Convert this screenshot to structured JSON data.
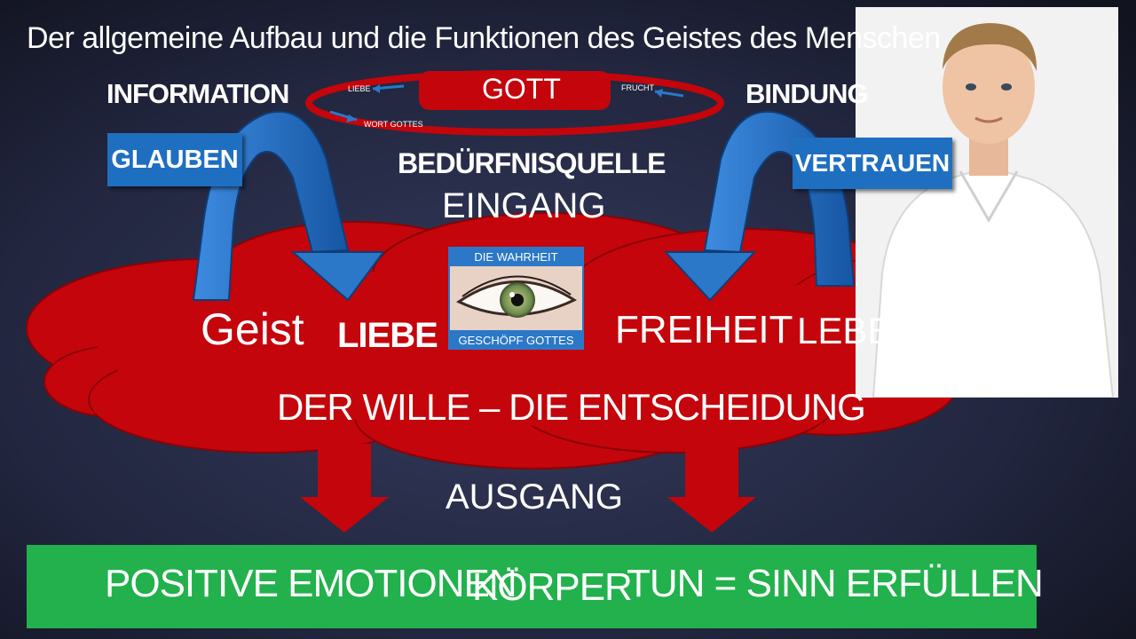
{
  "title": "Der allgemeine Aufbau und die Funktionen des Geistes des Menschen",
  "top": {
    "information": "INFORMATION",
    "bindung": "BINDUNG",
    "gott": "GOTT",
    "ring_liebe": "LIEBE",
    "ring_frucht": "FRUCHT",
    "ring_wort": "WORT GOTTES"
  },
  "labels": {
    "glauben": "GLAUBEN",
    "vertrauen": "VERTRAUEN",
    "beduerfnisquelle": "BEDÜRFNISQUELLE",
    "eingang": "EINGANG",
    "ausgang": "AUSGANG"
  },
  "cloud": {
    "geist": "Geist",
    "liebe": "LIEBE",
    "freiheit": "FREIHEIT",
    "leben": "LEBEN",
    "wille": "DER WILLE – DIE ENTSCHEIDUNG"
  },
  "eye": {
    "top": "DIE WAHRHEIT",
    "bottom": "GESCHÖPF GOTTES"
  },
  "bottom": {
    "left": "POSITIVE EMOTIONEN",
    "middle": "KÖRPER",
    "right": "TUN = SINN ERFÜLLEN"
  },
  "colors": {
    "background": "#1c1f33",
    "cloud": "#c4050b",
    "arrow_blue": "#1f6fc1",
    "bottom_bar": "#22b14c"
  }
}
